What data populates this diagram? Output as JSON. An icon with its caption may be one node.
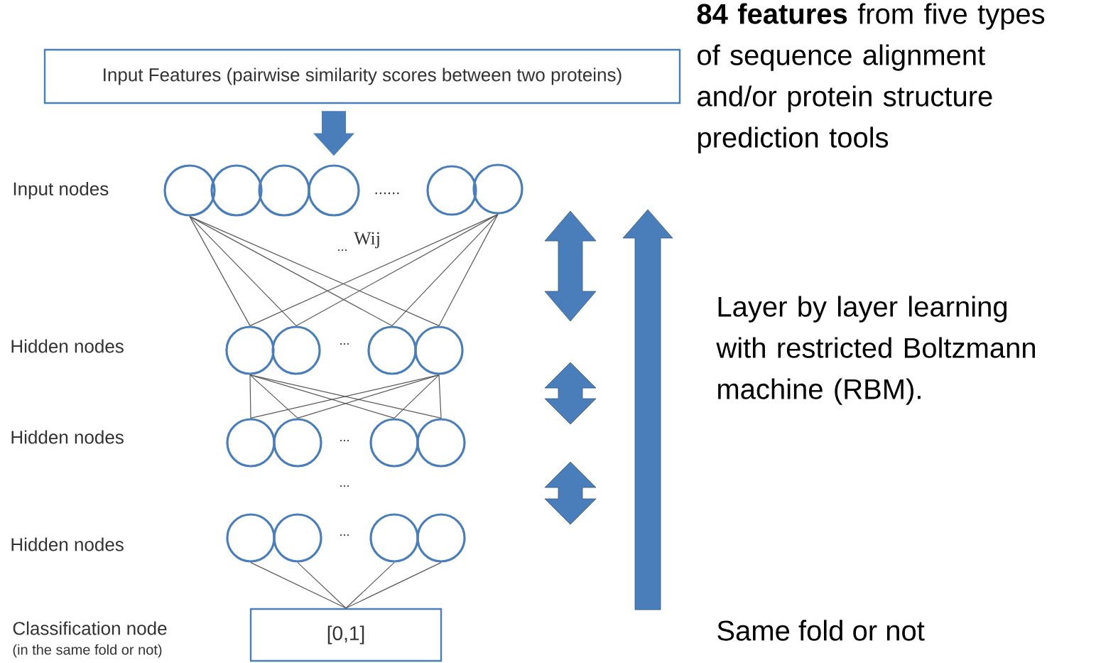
{
  "diagram": {
    "nodes": [
      {
        "text": [
          "Input Features (pairwise similarity scores between two proteins)"
        ]
      },
      {
        "text": [],
        "shape": "circle"
      },
      {
        "text": [],
        "shape": "circle"
      },
      {
        "text": [],
        "shape": "circle"
      },
      {
        "text": [],
        "shape": "circle"
      },
      {
        "text": [],
        "shape": "circle"
      },
      {
        "text": [],
        "shape": "circle"
      },
      {
        "text": [],
        "shape": "circle"
      },
      {
        "text": [],
        "shape": "circle"
      },
      {
        "text": [],
        "shape": "circle"
      },
      {
        "text": [],
        "shape": "circle"
      },
      {
        "text": [],
        "shape": "circle"
      },
      {
        "text": [],
        "shape": "circle"
      },
      {
        "text": [],
        "shape": "circle"
      },
      {
        "text": [],
        "shape": "circle"
      },
      {
        "text": [],
        "shape": "circle"
      },
      {
        "text": [],
        "shape": "circle"
      },
      {
        "text": [],
        "shape": "circle"
      },
      {
        "text": [],
        "shape": "circle"
      },
      {
        "text": [
          "[0,1]"
        ]
      }
    ],
    "edges": [
      {
        "from": 0,
        "to": 4,
        "arrow": "to",
        "style": "thick",
        "color": "#4a7ebb"
      },
      {
        "from": 1,
        "to": 7,
        "arrow": "none"
      },
      {
        "from": 1,
        "to": 8,
        "arrow": "none"
      },
      {
        "from": 1,
        "to": 9,
        "arrow": "none"
      },
      {
        "from": 1,
        "to": 10,
        "arrow": "none"
      },
      {
        "from": 6,
        "to": 7,
        "arrow": "none"
      },
      {
        "from": 6,
        "to": 8,
        "arrow": "none"
      },
      {
        "from": 6,
        "to": 9,
        "arrow": "none"
      },
      {
        "from": 6,
        "to": 10,
        "arrow": "none"
      },
      {
        "from": 7,
        "to": 11,
        "arrow": "none"
      },
      {
        "from": 7,
        "to": 12,
        "arrow": "none"
      },
      {
        "from": 7,
        "to": 13,
        "arrow": "none"
      },
      {
        "from": 7,
        "to": 14,
        "arrow": "none"
      },
      {
        "from": 10,
        "to": 11,
        "arrow": "none"
      },
      {
        "from": 10,
        "to": 12,
        "arrow": "none"
      },
      {
        "from": 10,
        "to": 13,
        "arrow": "none"
      },
      {
        "from": 10,
        "to": 14,
        "arrow": "none"
      },
      {
        "from": 15,
        "to": 19,
        "arrow": "none"
      },
      {
        "from": 16,
        "to": 19,
        "arrow": "none"
      },
      {
        "from": 17,
        "to": 19,
        "arrow": "none"
      },
      {
        "from": 18,
        "to": 19,
        "arrow": "none"
      }
    ],
    "labels": [
      "Input nodes",
      "......",
      "Wij",
      "...",
      "Hidden nodes",
      "...",
      "Hidden nodes",
      "...",
      "...",
      "Hidden nodes",
      "...",
      "Classification node",
      "(in the same fold or not)",
      "**84 features** from five types of sequence alignment and/or protein structure prediction tools",
      "Layer by layer learning with restricted Boltzmann machine (RBM).",
      "Same fold or not"
    ]
  }
}
